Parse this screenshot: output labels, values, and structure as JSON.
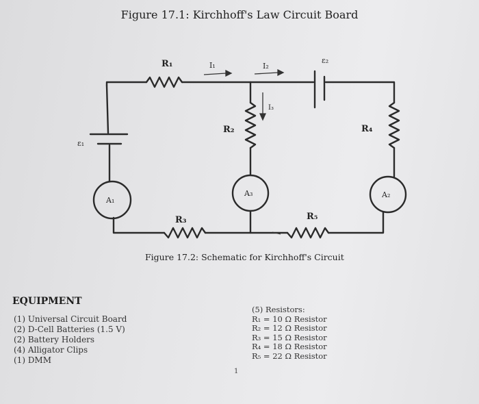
{
  "document": {
    "title": "Figure 17.1: Kirchhoff's Law Circuit Board",
    "caption": "Figure 17.2: Schematic for Kirchhoff's Circuit",
    "page_number": "1"
  },
  "circuit": {
    "labels": {
      "r1": "R₁",
      "r2": "R₂",
      "r3": "R₃",
      "r4": "R₄",
      "r5": "R₅",
      "i1": "I₁",
      "i2": "I₂",
      "i3": "I₃",
      "e1": "ε₁",
      "e2": "ε₂",
      "a1": "A₁",
      "a2": "A₂",
      "a3": "A₃"
    }
  },
  "equipment": {
    "heading": "EQUIPMENT",
    "items": [
      "(1) Universal Circuit Board",
      "(2) D-Cell Batteries (1.5 V)",
      "(2) Battery Holders",
      "(4) Alligator Clips",
      "(1) DMM"
    ]
  },
  "resistors": {
    "heading": "(5) Resistors:",
    "items": [
      "R₁ = 10 Ω Resistor",
      "R₂ = 12 Ω Resistor",
      "R₃ = 15 Ω Resistor",
      "R₄ = 18 Ω Resistor",
      "R₅ = 22 Ω Resistor"
    ]
  }
}
